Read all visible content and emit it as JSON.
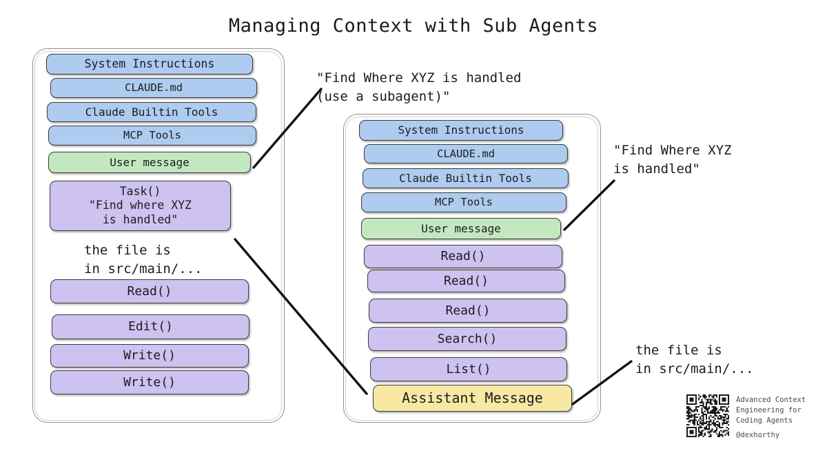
{
  "title": "Managing Context with Sub Agents",
  "colors": {
    "blue": "#aecbf0",
    "green": "#c3e8c0",
    "purple": "#cdc2f0",
    "yellow": "#f7e8a4",
    "line": "#111111",
    "panel_border": "#8f8f8f"
  },
  "main_agent_panel": {
    "name": "main-agent-context-window",
    "blocks": [
      {
        "label": "System Instructions",
        "kind": "blue"
      },
      {
        "label": "CLAUDE.md",
        "kind": "blue"
      },
      {
        "label": "Claude Builtin Tools",
        "kind": "blue"
      },
      {
        "label": "MCP Tools",
        "kind": "blue"
      },
      {
        "label": "User message",
        "kind": "green"
      },
      {
        "label": "Task()\n\"Find where XYZ\nis handled\"",
        "kind": "purple"
      },
      {
        "label": "Read()",
        "kind": "purple"
      },
      {
        "label": "Edit()",
        "kind": "purple"
      },
      {
        "label": "Write()",
        "kind": "purple"
      },
      {
        "label": "Write()",
        "kind": "purple"
      }
    ],
    "inline_note": "the file is\nin src/main/..."
  },
  "sub_agent_panel": {
    "name": "sub-agent-context-window",
    "blocks": [
      {
        "label": "System Instructions",
        "kind": "blue"
      },
      {
        "label": "CLAUDE.md",
        "kind": "blue"
      },
      {
        "label": "Claude Builtin Tools",
        "kind": "blue"
      },
      {
        "label": "MCP Tools",
        "kind": "blue"
      },
      {
        "label": "User message",
        "kind": "green"
      },
      {
        "label": "Read()",
        "kind": "purple"
      },
      {
        "label": "Read()",
        "kind": "purple"
      },
      {
        "label": "Read()",
        "kind": "purple"
      },
      {
        "label": "Search()",
        "kind": "purple"
      },
      {
        "label": "List()",
        "kind": "purple"
      },
      {
        "label": "Assistant Message",
        "kind": "yellow"
      }
    ]
  },
  "annotations": {
    "user_request": "\"Find Where XYZ is handled\n(use a subagent)\"",
    "subagent_request": "\"Find Where XYZ\nis handled\"",
    "subagent_result": "the file is\nin src/main/..."
  },
  "credit": {
    "lines": "Advanced Context\nEngineering for\nCoding Agents",
    "handle": "@dexhorthy",
    "qr_alt": "qr-code"
  }
}
